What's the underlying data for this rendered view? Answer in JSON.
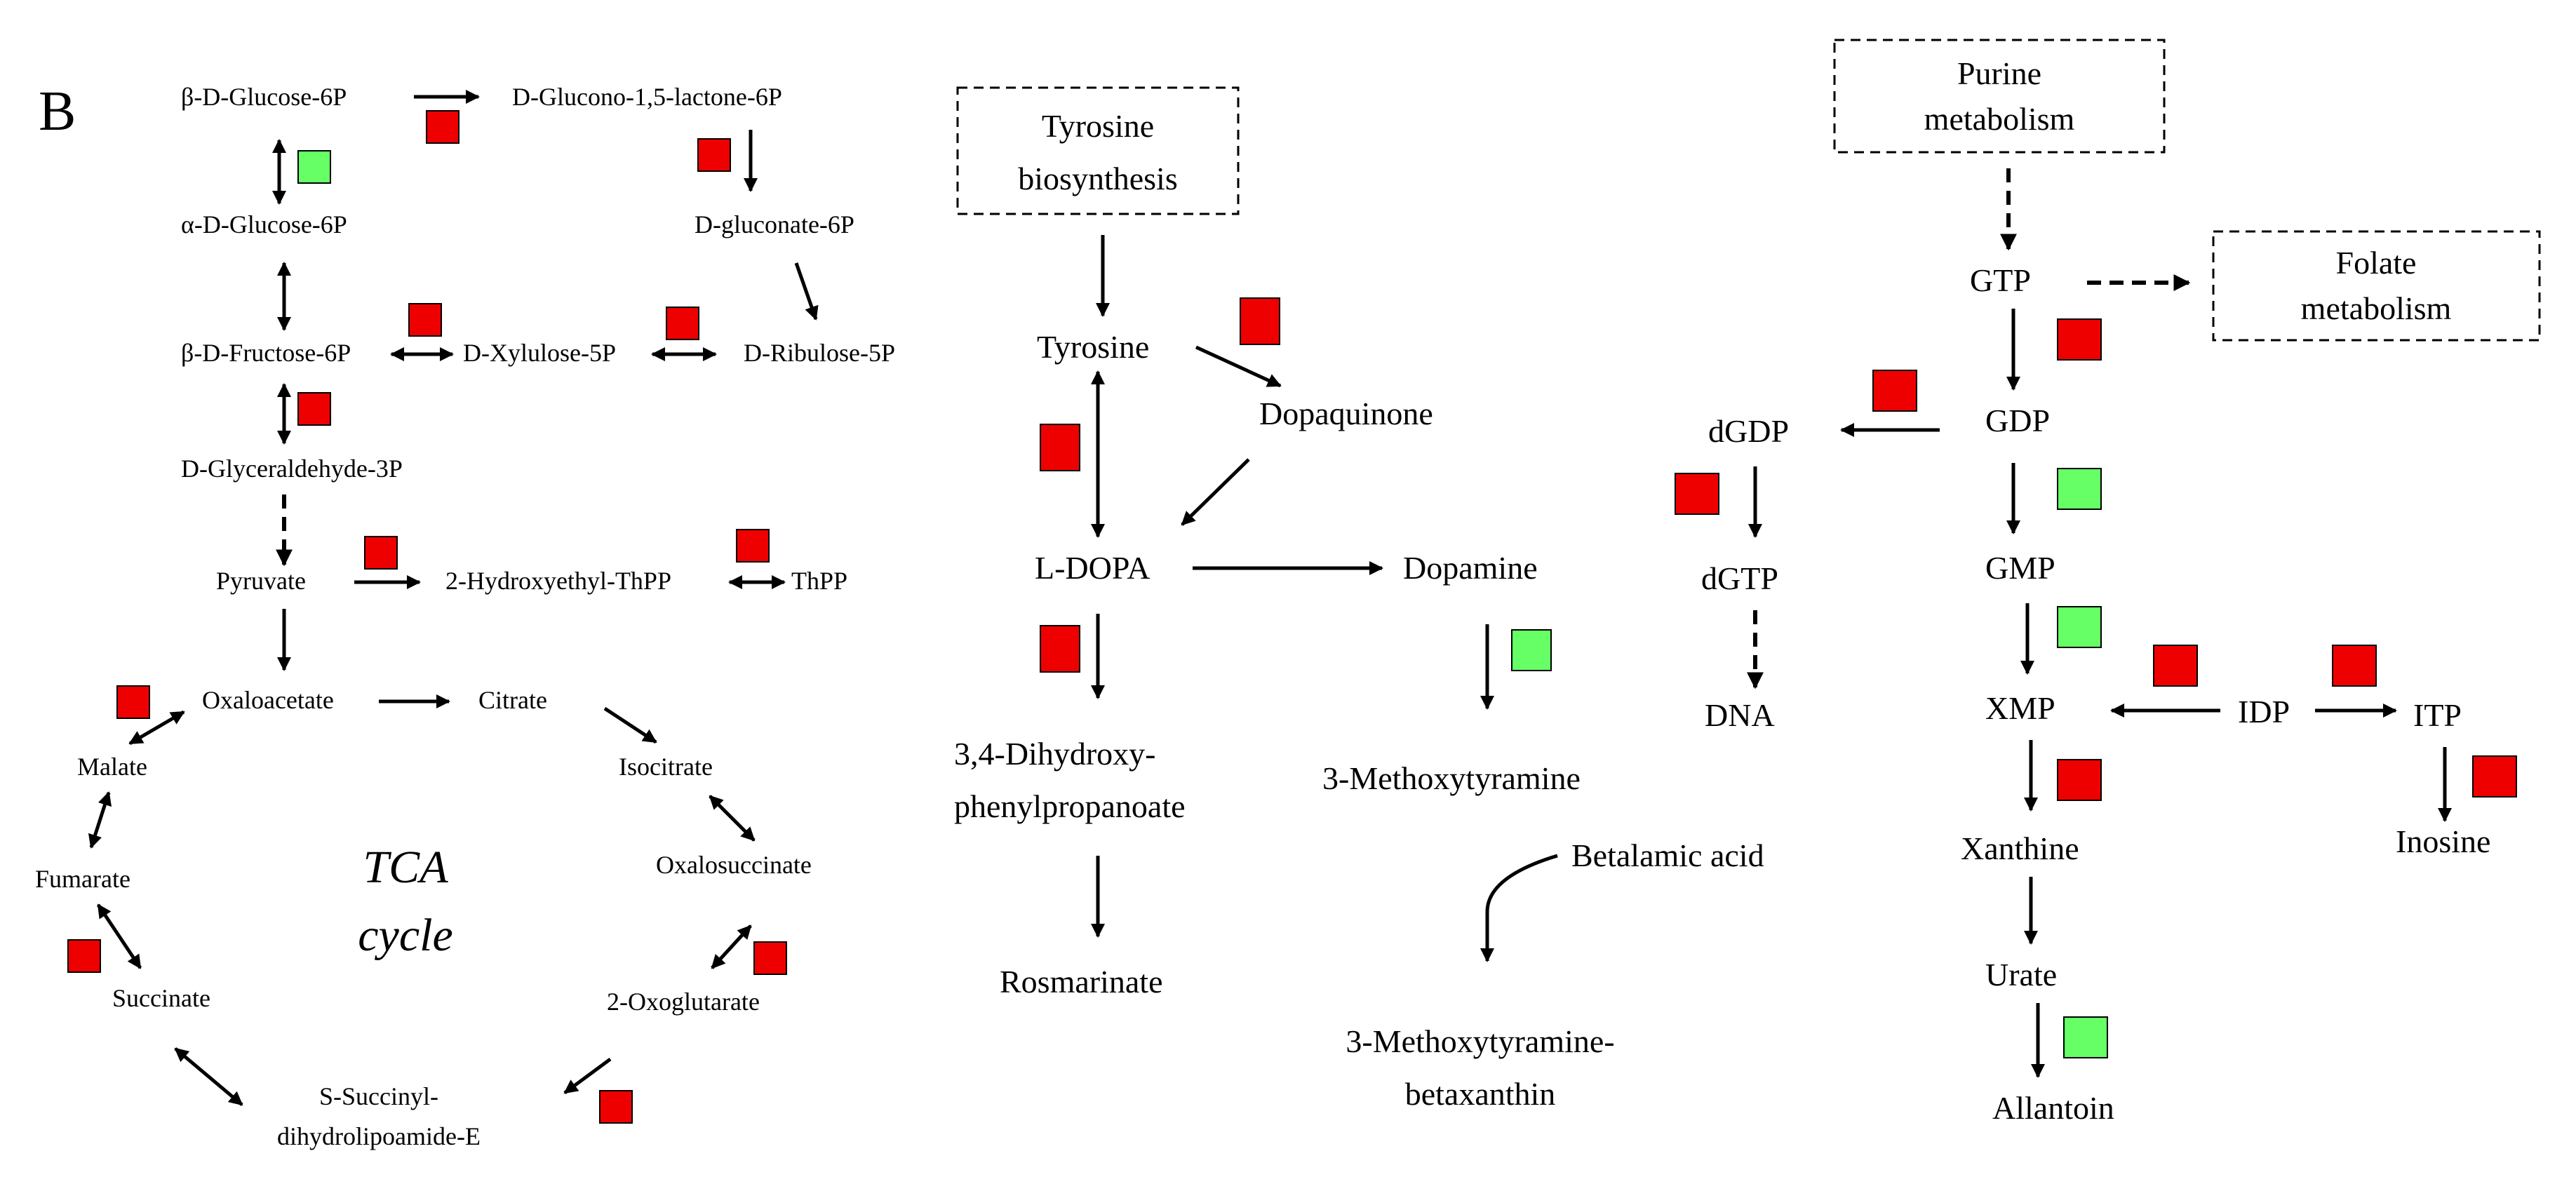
{
  "panel_label": "B",
  "colors": {
    "red": "#ee0000",
    "green": "#66ff66"
  },
  "left": {
    "nodes": {
      "bdg6p": "β-D-Glucose-6P",
      "dgl6p": "D-Glucono-1,5-lactone-6P",
      "adg6p": "α-D-Glucose-6P",
      "dgn6p": "D-gluconate-6P",
      "bdf6p": "β-D-Fructose-6P",
      "dx5p": "D-Xylulose-5P",
      "dr5p": "D-Ribulose-5P",
      "dg3p": "D-Glyceraldehyde-3P",
      "pyr": "Pyruvate",
      "hethpp": "2-Hydroxyethyl-ThPP",
      "thpp": "ThPP",
      "oaa": "Oxaloacetate",
      "cit": "Citrate",
      "mal": "Malate",
      "icit": "Isocitrate",
      "fum": "Fumarate",
      "osuc": "Oxalosuccinate",
      "succ": "Succinate",
      "oxg": "2-Oxoglutarate",
      "ssd1": "S-Succinyl-",
      "ssd2": "dihydrolipoamide-E"
    },
    "tca_line1": "TCA",
    "tca_line2": "cycle"
  },
  "middle": {
    "box_line1": "Tyrosine",
    "box_line2": "biosynthesis",
    "nodes": {
      "tyr": "Tyrosine",
      "dpq": "Dopaquinone",
      "ldopa": "L-DOPA",
      "dopa": "Dopamine",
      "dhp1": "3,4-Dihydroxy-",
      "dhp2": "phenylpropanoate",
      "mtyr": "3-Methoxytyramine",
      "beta": "Betalamic acid",
      "ros": "Rosmarinate",
      "mtb1": "3-Methoxytyramine-",
      "mtb2": "betaxanthin"
    }
  },
  "right": {
    "purine_line1": "Purine",
    "purine_line2": "metabolism",
    "folate_line1": "Folate",
    "folate_line2": "metabolism",
    "nodes": {
      "gtp": "GTP",
      "gdp": "GDP",
      "dgdp": "dGDP",
      "dgtp": "dGTP",
      "gmp": "GMP",
      "dna": "DNA",
      "xmp": "XMP",
      "idp": "IDP",
      "itp": "ITP",
      "xan": "Xanthine",
      "ino": "Inosine",
      "ura": "Urate",
      "all": "Allantoin"
    }
  }
}
